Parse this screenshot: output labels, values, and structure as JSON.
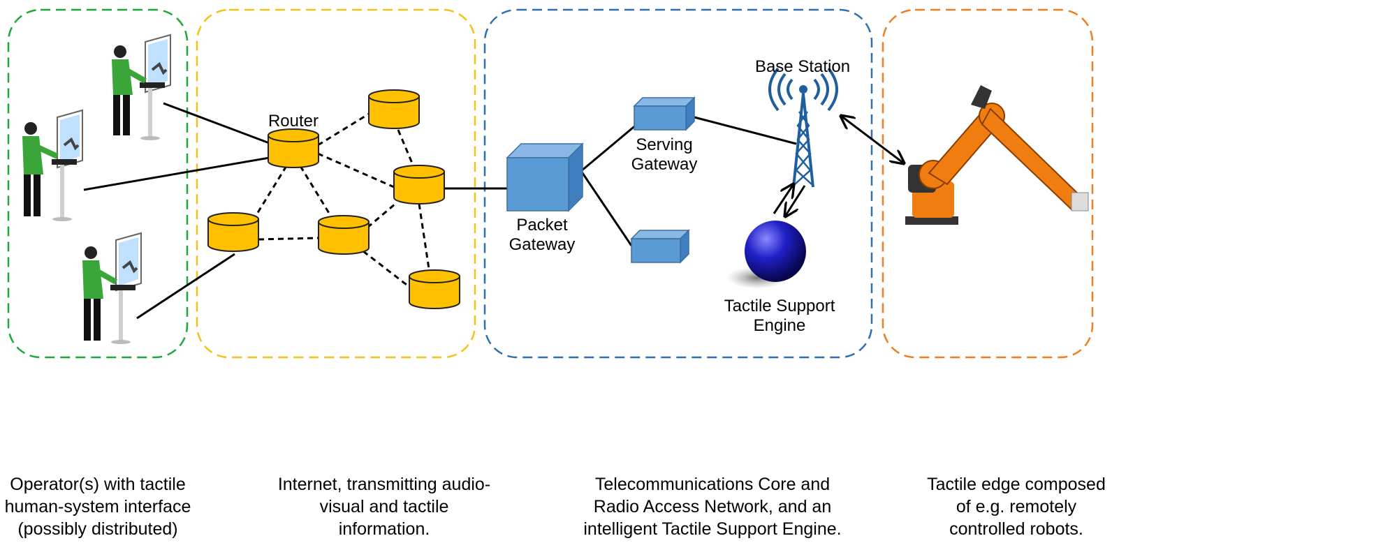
{
  "colors": {
    "operator_zone": "#1fa83a",
    "internet_zone": "#f2c21b",
    "telecom_zone": "#2e6fb0",
    "edge_zone": "#ef7d22",
    "router_fill": "#ffc000",
    "gateway_fill": "#5b9bd5",
    "operator_shirt": "#3aa63a",
    "robot": "#f07d0f",
    "engine_sphere": "#1a1ab8",
    "antenna": "#1f5f9f"
  },
  "icons": {
    "operator": "person-at-tactile-terminal-icon",
    "router": "router-cylinder-icon",
    "gateway": "gateway-box-icon",
    "base_station": "antenna-tower-icon",
    "engine": "sphere-icon",
    "robot": "industrial-robot-arm-icon"
  },
  "labels": {
    "router": "Router",
    "serving_gateway": [
      "Serving",
      "Gateway"
    ],
    "packet_gateway": [
      "Packet",
      "Gateway"
    ],
    "base_station": "Base Station",
    "tactile_engine": [
      "Tactile Support",
      "Engine"
    ]
  },
  "captions": {
    "operator": [
      "Operator(s) with tactile",
      "human-system interface",
      "(possibly distributed)"
    ],
    "internet": [
      "Internet, transmitting audio-",
      "visual and tactile",
      "information."
    ],
    "telecom": [
      "Telecommunications Core and",
      "Radio Access Network, and an",
      "intelligent Tactile Support Engine."
    ],
    "edge": [
      "Tactile edge composed",
      "of e.g. remotely",
      "controlled robots."
    ]
  }
}
